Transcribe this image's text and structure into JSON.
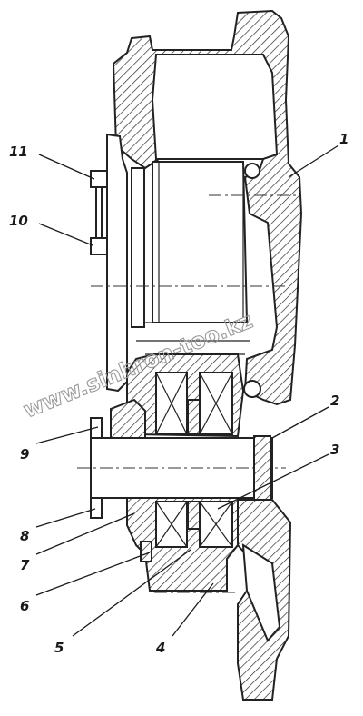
{
  "callouts": [
    {
      "num": "1",
      "part": "housing"
    },
    {
      "num": "2",
      "part": "spacer-ring"
    },
    {
      "num": "3",
      "part": "shaft"
    },
    {
      "num": "4",
      "part": "gear-wheel"
    },
    {
      "num": "5",
      "part": "bearing-outer"
    },
    {
      "num": "6",
      "part": "bearing-inner"
    },
    {
      "num": "7",
      "part": "bushing"
    },
    {
      "num": "8",
      "part": "washer"
    },
    {
      "num": "9",
      "part": "lock-nut"
    },
    {
      "num": "10",
      "part": "cover-bolt-lower"
    },
    {
      "num": "11",
      "part": "cover-bolt-upper"
    }
  ],
  "watermark": "www.sinhron-too.kz",
  "colors": {
    "ink": "#222222",
    "watermark": "#9a9a9a",
    "paper": "#ffffff"
  }
}
